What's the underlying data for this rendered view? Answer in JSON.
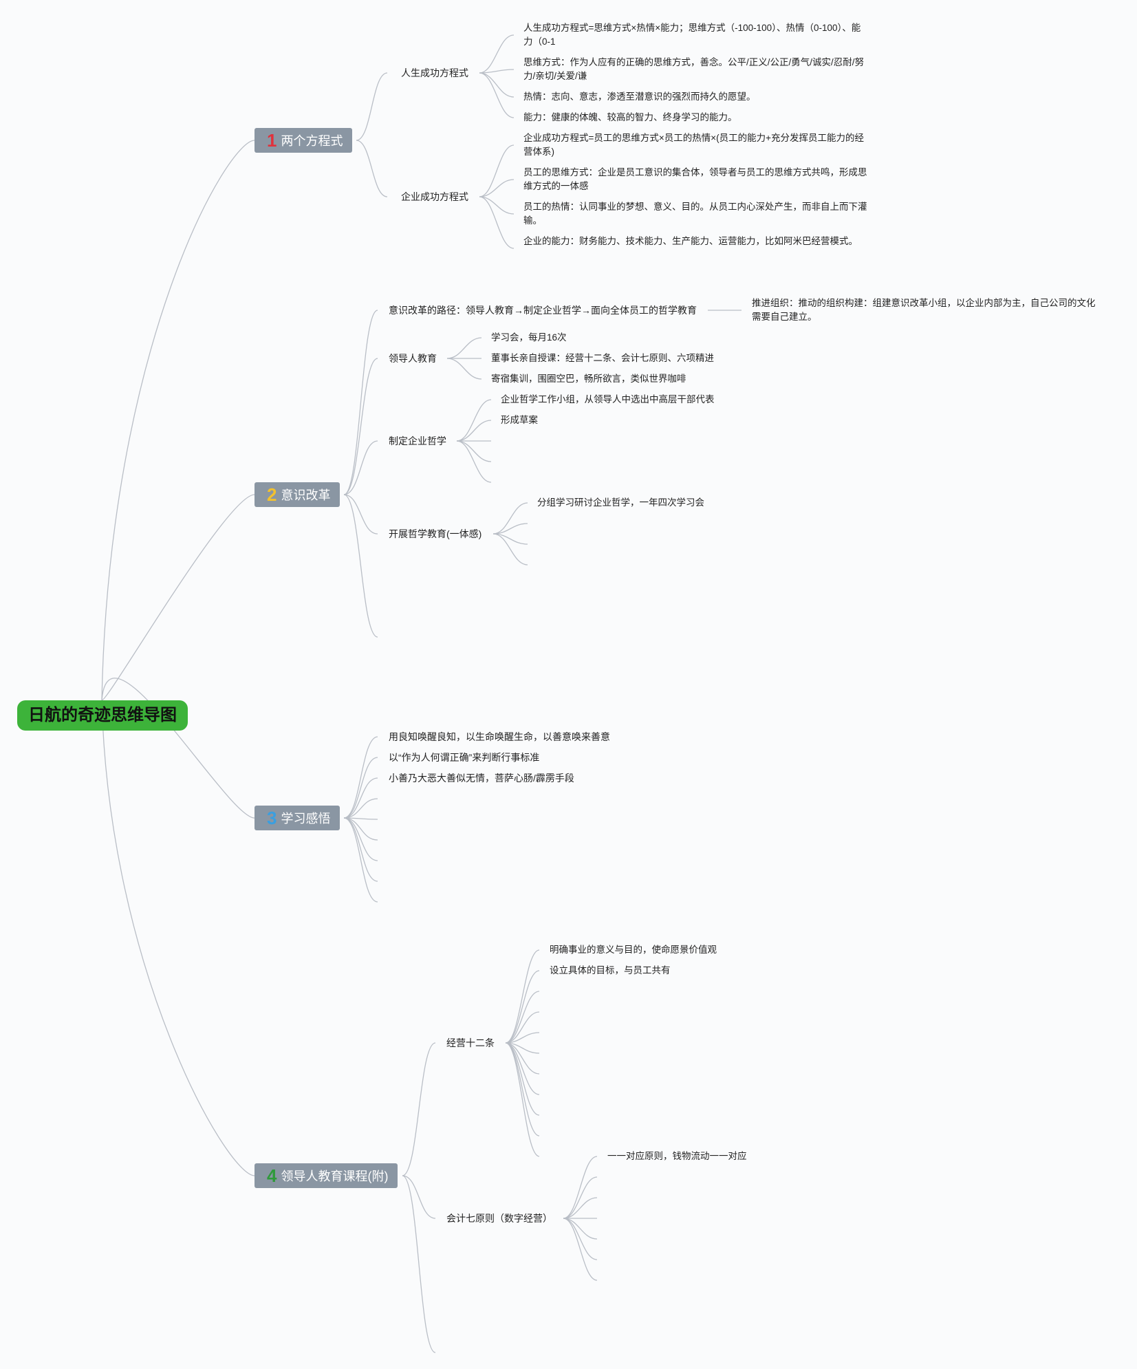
{
  "root": {
    "label": "日航的奇迹思维导图",
    "color": "#3db33a"
  },
  "branches": [
    {
      "num": "1",
      "num_color": "#e0323c",
      "label": "两个方程式",
      "children": [
        {
          "label": "人生成功方程式",
          "children": [
            "人生成功方程式=思维方式×热情×能力；思维方式（-100-100）、热情（0-100）、能力（0-1",
            "思维方式：作为人应有的正确的思维方式，善念。公平/正义/公正/勇气/诚实/忍耐/努力/亲切/关爱/谦",
            "热情：志向、意志，渗透至潜意识的强烈而持久的愿望。",
            "能力：健康的体魄、较高的智力、终身学习的能力。"
          ]
        },
        {
          "label": "企业成功方程式",
          "children": [
            "企业成功方程式=员工的思维方式×员工的热情×(员工的能力+充分发挥员工能力的经营体系)",
            "员工的思维方式：企业是员工意识的集合体，领导者与员工的思维方式共鸣，形成思维方式的一体感",
            "员工的热情：认同事业的梦想、意义、目的。从员工内心深处产生，而非自上而下灌输。",
            "企业的能力：财务能力、技术能力、生产能力、运营能力，比如阿米巴经营模式。"
          ]
        }
      ]
    },
    {
      "num": "2",
      "num_color": "#f2c12e",
      "label": "意识改革",
      "children": [
        {
          "label": "意识改革的路径：领导人教育→制定企业哲学→面向全体员工的哲学教育",
          "children": [
            "推进组织：推动的组织构建：组建意识改革小组，以企业内部为主，自己公司的文化需要自己建立。"
          ]
        },
        {
          "label": "领导人教育",
          "children": [
            "学习会，每月16次",
            "董事长亲自授课：经营十二条、会计七原则、六项精进",
            "寄宿集训，围圈空巴，畅所欲言，类似世界咖啡"
          ]
        },
        {
          "label": "制定企业哲学",
          "children": [
            "企业哲学工作小组，从领导人中选出中高层干部代表",
            "形成草案",
            "",
            "",
            ""
          ]
        },
        {
          "label": "开展哲学教育(一体感)",
          "children": [
            "分组学习研讨企业哲学，一年四次学习会",
            "",
            "",
            ""
          ]
        },
        {
          "label": "",
          "children": []
        }
      ]
    },
    {
      "num": "3",
      "num_color": "#3a9fe0",
      "label": "学习感悟",
      "children": [
        {
          "label": "用良知唤醒良知，以生命唤醒生命，以善意唤来善意",
          "children": []
        },
        {
          "label": "以“作为人何谓正确”来判断行事标准",
          "children": []
        },
        {
          "label": "小善乃大恶大善似无情，菩萨心肠/霹雳手段",
          "children": []
        },
        {
          "label": "",
          "children": []
        },
        {
          "label": "",
          "children": []
        },
        {
          "label": "",
          "children": []
        },
        {
          "label": "",
          "children": []
        },
        {
          "label": "",
          "children": []
        },
        {
          "label": "",
          "children": []
        }
      ]
    },
    {
      "num": "4",
      "num_color": "#2f9a3a",
      "label": "领导人教育课程(附)",
      "children": [
        {
          "label": "经营十二条",
          "children": [
            "明确事业的意义与目的，使命愿景价值观",
            "设立具体的目标，与员工共有",
            "",
            "",
            "",
            "",
            "",
            "",
            "",
            "",
            ""
          ]
        },
        {
          "label": "会计七原则（数字经营）",
          "children": [
            "一一对应原则，钱物流动一一对应",
            "",
            "",
            "",
            "",
            "",
            ""
          ]
        },
        {
          "label": "",
          "children": []
        }
      ]
    }
  ]
}
